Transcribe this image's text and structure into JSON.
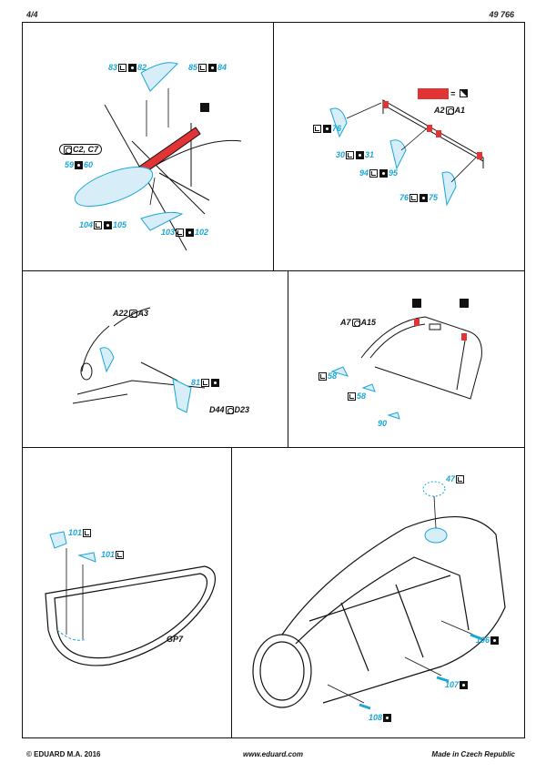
{
  "header": {
    "page": "4/4",
    "kit_number": "49 766"
  },
  "footer": {
    "copyright": "© EDUARD M.A. 2016",
    "url": "www.eduard.com",
    "origin": "Made in Czech Republic"
  },
  "colors": {
    "part_blue": "#1aa6d6",
    "paint_red": "#e23434"
  },
  "panel1": {
    "parts": [
      "83",
      "82",
      "85",
      "84",
      "59",
      "60",
      "104",
      "105",
      "103",
      "102"
    ],
    "callout": "C2, C7"
  },
  "panel2": {
    "legend_equals": "=",
    "refs": [
      "A2",
      "A1"
    ],
    "parts": [
      "76",
      "30",
      "31",
      "94",
      "95",
      "76",
      "75"
    ]
  },
  "panel3": {
    "refs_top": [
      "A22",
      "A3"
    ],
    "part": "81",
    "refs_bottom": [
      "D44",
      "D23"
    ]
  },
  "panel4": {
    "refs": [
      "A7",
      "A15"
    ],
    "parts": [
      "58",
      "58",
      "90"
    ]
  },
  "panel5": {
    "parts": [
      "101",
      "101"
    ],
    "ref": "GP7"
  },
  "panel6": {
    "parts": [
      "47",
      "106",
      "107",
      "108"
    ]
  }
}
